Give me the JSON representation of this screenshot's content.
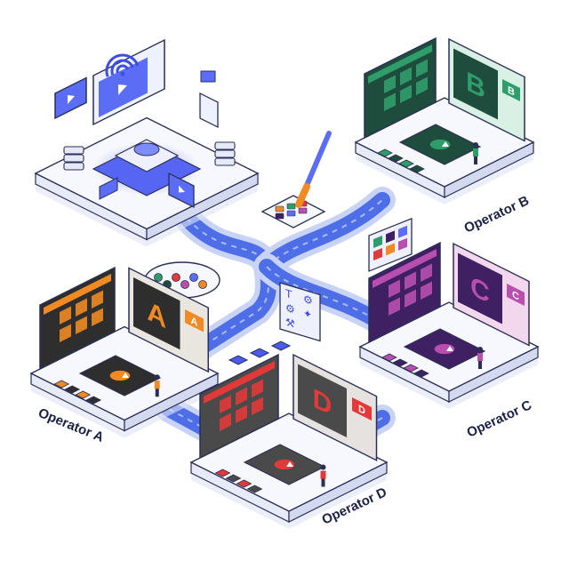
{
  "hub": {
    "accent": "#4a5cf0",
    "glow": "#7f8cff",
    "icons": [
      "wifi-icon",
      "server-icon",
      "laptop-icon",
      "play-icon"
    ]
  },
  "pipeline_color": "#3f63e6",
  "tools": {
    "palette_icon": "paint-palette-icon",
    "brush_icon": "paint-brush-icon",
    "panel_icons": [
      "text-icon",
      "gear-icon",
      "globe-icon",
      "wrench-icon",
      "user-icon"
    ]
  },
  "operators": [
    {
      "id": "a",
      "label": "Operator A",
      "letter": "A",
      "accent": "#f08a24",
      "dark": "#2e2e2e",
      "light": "#e9e5df"
    },
    {
      "id": "b",
      "label": "Operator B",
      "letter": "B",
      "accent": "#2f9d6a",
      "dark": "#1e4d3d",
      "light": "#d9f0e4"
    },
    {
      "id": "c",
      "label": "Operator C",
      "letter": "C",
      "accent": "#b84fb0",
      "dark": "#3f2163",
      "light": "#f3d7ec"
    },
    {
      "id": "d",
      "label": "Operator D",
      "letter": "D",
      "accent": "#e23a3a",
      "dark": "#4a4a4a",
      "light": "#e6e2e0"
    }
  ]
}
